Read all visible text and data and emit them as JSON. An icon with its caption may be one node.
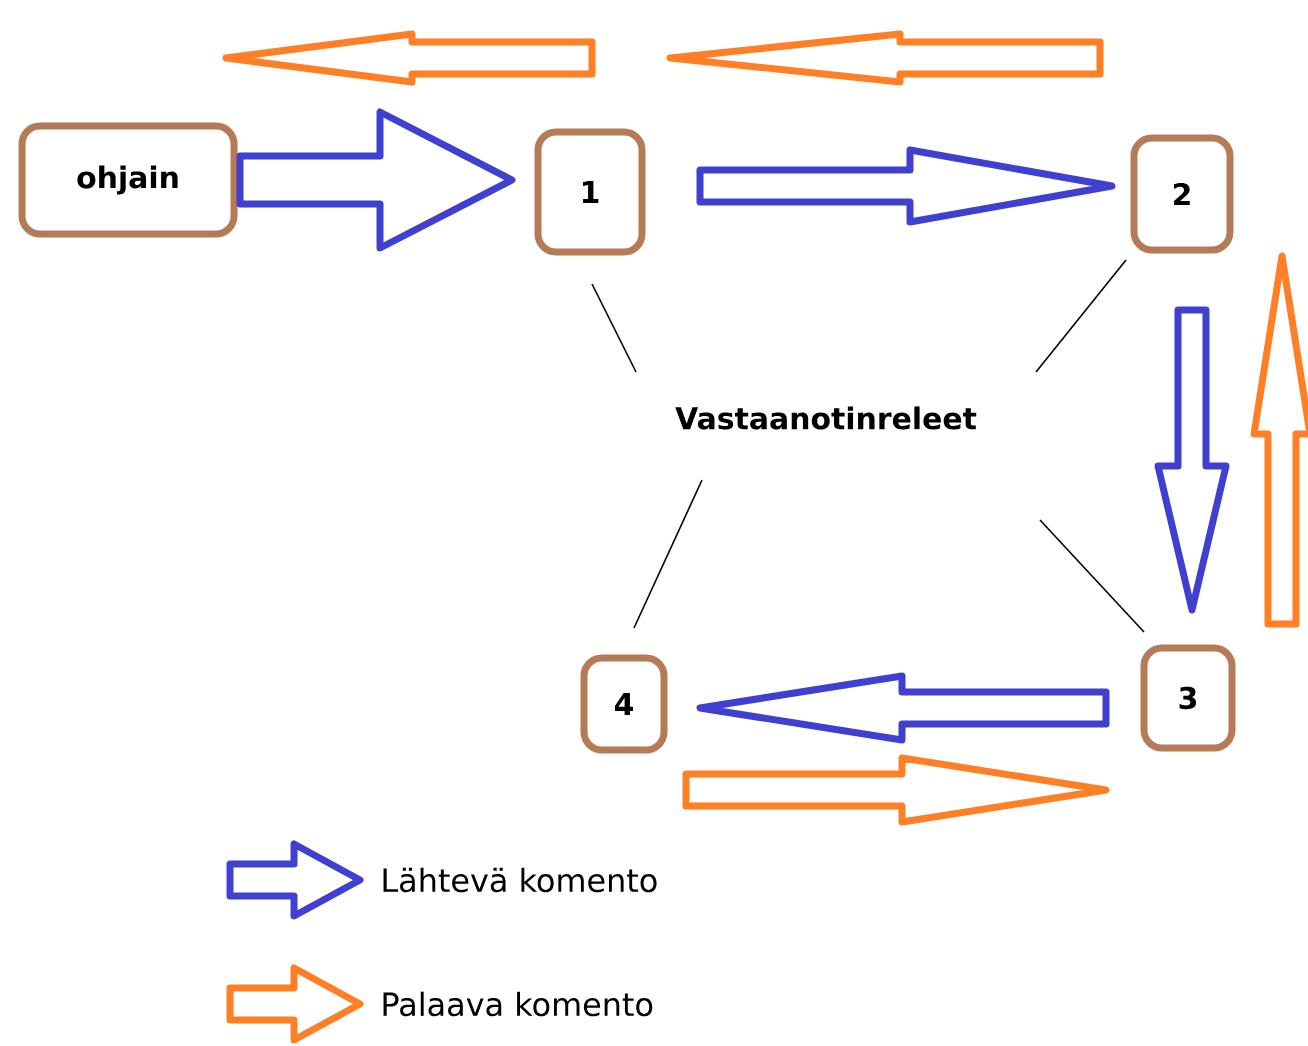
{
  "diagram": {
    "nodes": [
      {
        "text": [
          "ohjain"
        ]
      },
      {
        "text": [
          "1"
        ]
      },
      {
        "text": [
          "2"
        ]
      },
      {
        "text": [
          "3"
        ]
      },
      {
        "text": [
          "4"
        ]
      },
      {
        "text": [
          "Vastaanotinreleet"
        ]
      }
    ],
    "edges": [
      {
        "from": 0,
        "to": 1,
        "arrow": "to",
        "color": "#4040d0"
      },
      {
        "from": 1,
        "to": 2,
        "arrow": "to",
        "color": "#4040d0"
      },
      {
        "from": 2,
        "to": 3,
        "arrow": "to",
        "color": "#4040d0"
      },
      {
        "from": 3,
        "to": 4,
        "arrow": "to",
        "color": "#4040d0"
      },
      {
        "from": 4,
        "to": 3,
        "arrow": "to",
        "color": "#ff7f27"
      },
      {
        "from": 3,
        "to": 2,
        "arrow": "to",
        "color": "#ff7f27"
      },
      {
        "from": 2,
        "to": 1,
        "arrow": "to",
        "color": "#ff7f27"
      },
      {
        "from": 1,
        "to": 0,
        "arrow": "to",
        "color": "#ff7f27"
      },
      {
        "from": 5,
        "to": 1,
        "arrow": "none",
        "color": "#000000"
      },
      {
        "from": 5,
        "to": 2,
        "arrow": "none",
        "color": "#000000"
      },
      {
        "from": 5,
        "to": 3,
        "arrow": "none",
        "color": "#000000"
      },
      {
        "from": 5,
        "to": 4,
        "arrow": "none",
        "color": "#000000"
      }
    ],
    "legend": [
      {
        "text": "Lähtevä komento",
        "color": "#4040d0"
      },
      {
        "text": "Palaava komento",
        "color": "#ff7f27"
      }
    ]
  }
}
